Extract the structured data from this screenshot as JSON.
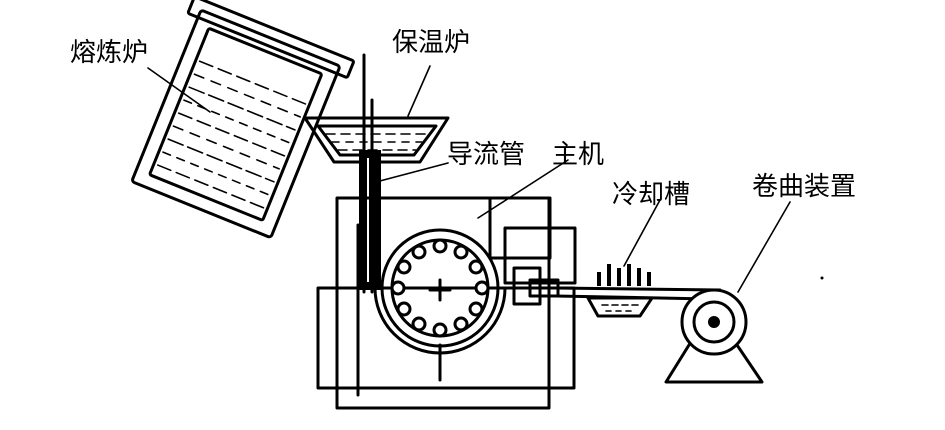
{
  "labels": {
    "melting_furnace": "熔炼炉",
    "holding_furnace": "保温炉",
    "guide_pipe": "导流管",
    "main_machine": "主机",
    "cooling_tank": "冷却槽",
    "coiling_device": "卷曲装置"
  }
}
